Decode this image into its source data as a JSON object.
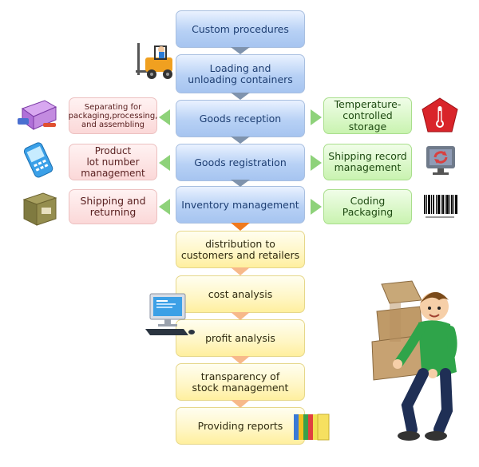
{
  "flow": {
    "main_steps": [
      "Custom procedures",
      "Loading and\nunloading containers",
      "Goods reception",
      "Goods registration",
      "Inventory management"
    ],
    "analysis_steps": [
      "distribution to\ncustomers and retailers",
      "cost analysis",
      "profit analysis",
      "transparency of\nstock management",
      "Providing reports"
    ],
    "left_steps": [
      "Separating for\npackaging,processing,\nand assembling",
      "Product\nlot number\nmanagement",
      "Shipping and\nreturning"
    ],
    "right_steps": [
      "Temperature-\ncontrolled\nstorage",
      "Shipping record\nmanagement",
      "Coding\nPackaging"
    ]
  },
  "colors": {
    "main": "#b7d1f5",
    "analysis": "#fff6c4",
    "left": "#fbd8d8",
    "right": "#c9f3b0",
    "arrow_blue": "#7f93ad",
    "arrow_orange": "#f07a1e",
    "arrow_light": "#f7b98a",
    "arrow_green": "#8ed27a"
  },
  "icons": [
    "forklift-icon",
    "toolbox-icon",
    "handheld-scanner-icon",
    "cardboard-box-icon",
    "thermometer-sign-icon",
    "refresh-monitor-icon",
    "barcode-icon",
    "computer-icon",
    "binders-icon",
    "delivery-person-icon"
  ]
}
